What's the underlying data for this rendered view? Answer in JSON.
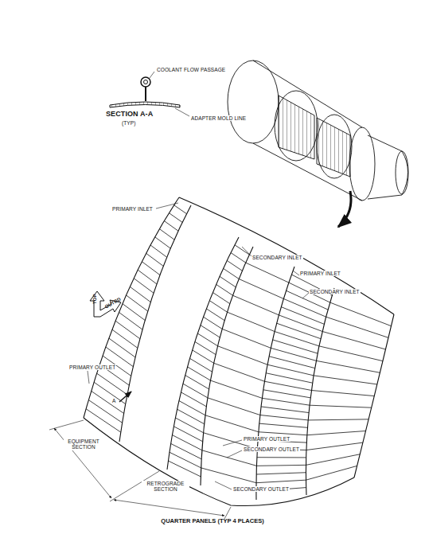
{
  "diagram": {
    "caption": "QUARTER PANELS (TYP 4 PLACES)",
    "labels": [
      "COOLANT FLOW PASSAGE",
      "SECTION A-A",
      "(TYP)",
      "ADAPTER MOLD LINE",
      "PRIMARY INLET",
      "SECONDARY INLET",
      "PRIMARY INLET",
      "SECONDARY INLET",
      "TOP",
      "OUTBD",
      "A",
      "PRIMARY OUTLET",
      "EQUIPMENT SECTION",
      "RETROGRADE SECTION",
      "PRIMARY OUTLET",
      "SECONDARY OUTLET",
      "SECONDARY OUTLET"
    ]
  }
}
